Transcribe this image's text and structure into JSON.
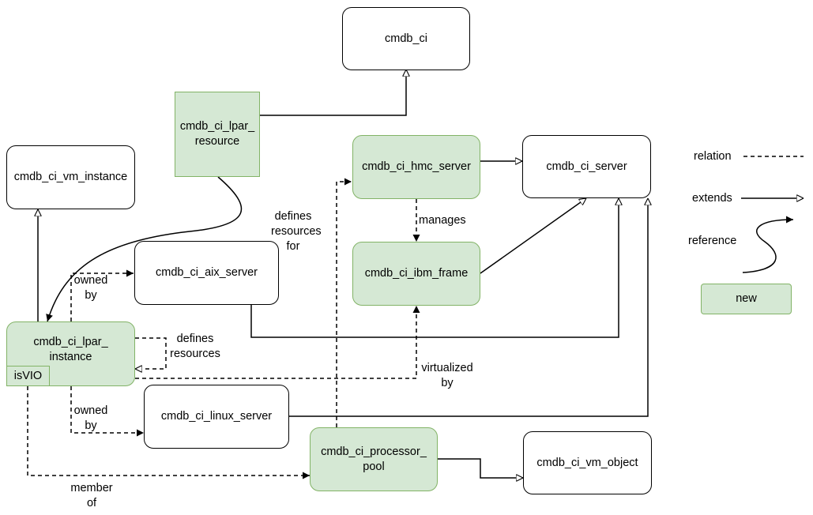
{
  "nodes": {
    "cmdb_ci": "cmdb_ci",
    "cmdb_ci_lpar_resource": "cmdb_ci_lpar_\nresource",
    "cmdb_ci_vm_instance": "cmdb_ci_vm_instance",
    "cmdb_ci_hmc_server": "cmdb_ci_hmc_server",
    "cmdb_ci_server": "cmdb_ci_server",
    "cmdb_ci_ibm_frame": "cmdb_ci_ibm_frame",
    "cmdb_ci_aix_server": "cmdb_ci_aix_server",
    "cmdb_ci_lpar_instance": "cmdb_ci_lpar_\ninstance",
    "isvio_tag": "isVIO",
    "cmdb_ci_linux_server": "cmdb_ci_linux_server",
    "cmdb_ci_processor_pool": "cmdb_ci_processor_\npool",
    "cmdb_ci_vm_object": "cmdb_ci_vm_object"
  },
  "edge_labels": {
    "defines_resources_for": "defines\nresources\nfor",
    "manages": "manages",
    "owned_by_aix": "owned\nby",
    "defines_resources": "defines\nresources",
    "virtualized_by": "virtualized\nby",
    "owned_by_linux": "owned\nby",
    "member_of": "member\nof"
  },
  "legend": {
    "relation": "relation",
    "extends": "extends",
    "reference": "reference",
    "new": "new"
  },
  "colors": {
    "new_fill": "#d5e8d4",
    "new_border": "#82b366",
    "line": "#000000"
  }
}
